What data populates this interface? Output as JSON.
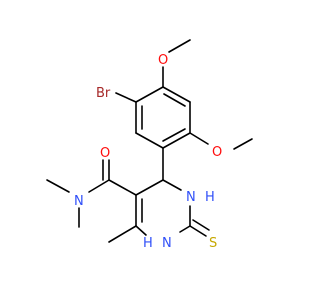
{
  "molecule": {
    "colors": {
      "bond": "#000000",
      "carbon": "#000000",
      "oxygen": "#FF0D0D",
      "nitrogen": "#3050F8",
      "sulfur": "#C6A800",
      "bromine": "#A62929"
    },
    "atoms": {
      "bromine": "Br",
      "methoxy_oxygen_top": "O",
      "methoxy_oxygen_right": "O",
      "carbonyl_oxygen": "O",
      "amide_nitrogen": "N",
      "ring_nh_upper": "H",
      "ring_nh_upper_h": "N",
      "ring_nh_lower": "H",
      "ring_nh_lower_h": "N",
      "thione_sulfur": "S"
    }
  }
}
